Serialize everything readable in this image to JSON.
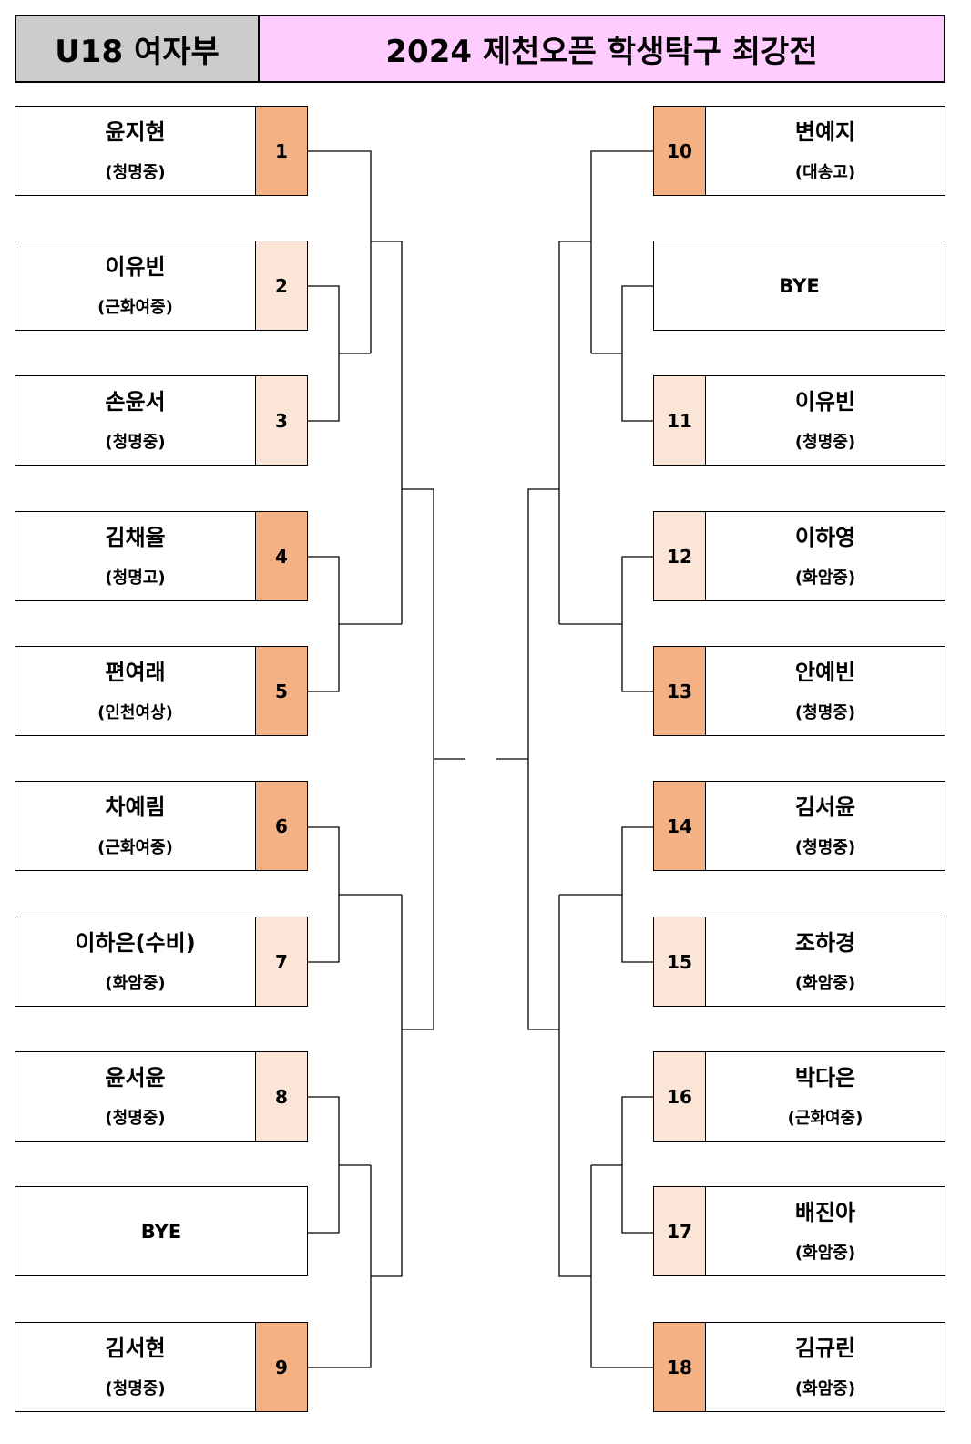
{
  "header": {
    "category": "U18 여자부",
    "title": "2024 제천오픈 학생탁구 최강전"
  },
  "left": [
    {
      "name": "윤지현",
      "school": "(청명중)",
      "seed": "1",
      "shade": "dark"
    },
    {
      "name": "이유빈",
      "school": "(근화여중)",
      "seed": "2",
      "shade": "light"
    },
    {
      "name": "손윤서",
      "school": "(청명중)",
      "seed": "3",
      "shade": "light"
    },
    {
      "name": "김채율",
      "school": "(청명고)",
      "seed": "4",
      "shade": "dark"
    },
    {
      "name": "편여래",
      "school": "(인천여상)",
      "seed": "5",
      "shade": "dark"
    },
    {
      "name": "차예림",
      "school": "(근화여중)",
      "seed": "6",
      "shade": "dark"
    },
    {
      "name": "이하은(수비)",
      "school": "(화암중)",
      "seed": "7",
      "shade": "light"
    },
    {
      "name": "윤서윤",
      "school": "(청명중)",
      "seed": "8",
      "shade": "light"
    },
    {
      "bye": "BYE"
    },
    {
      "name": "김서현",
      "school": "(청명중)",
      "seed": "9",
      "shade": "dark"
    }
  ],
  "right": [
    {
      "name": "변예지",
      "school": "(대송고)",
      "seed": "10",
      "shade": "dark"
    },
    {
      "bye": "BYE"
    },
    {
      "name": "이유빈",
      "school": "(청명중)",
      "seed": "11",
      "shade": "light"
    },
    {
      "name": "이하영",
      "school": "(화암중)",
      "seed": "12",
      "shade": "light"
    },
    {
      "name": "안예빈",
      "school": "(청명중)",
      "seed": "13",
      "shade": "dark"
    },
    {
      "name": "김서윤",
      "school": "(청명중)",
      "seed": "14",
      "shade": "dark"
    },
    {
      "name": "조하경",
      "school": "(화암중)",
      "seed": "15",
      "shade": "light"
    },
    {
      "name": "박다은",
      "school": "(근화여중)",
      "seed": "16",
      "shade": "light"
    },
    {
      "name": "배진아",
      "school": "(화암중)",
      "seed": "17",
      "shade": "light"
    },
    {
      "name": "김규린",
      "school": "(화암중)",
      "seed": "18",
      "shade": "dark"
    }
  ]
}
